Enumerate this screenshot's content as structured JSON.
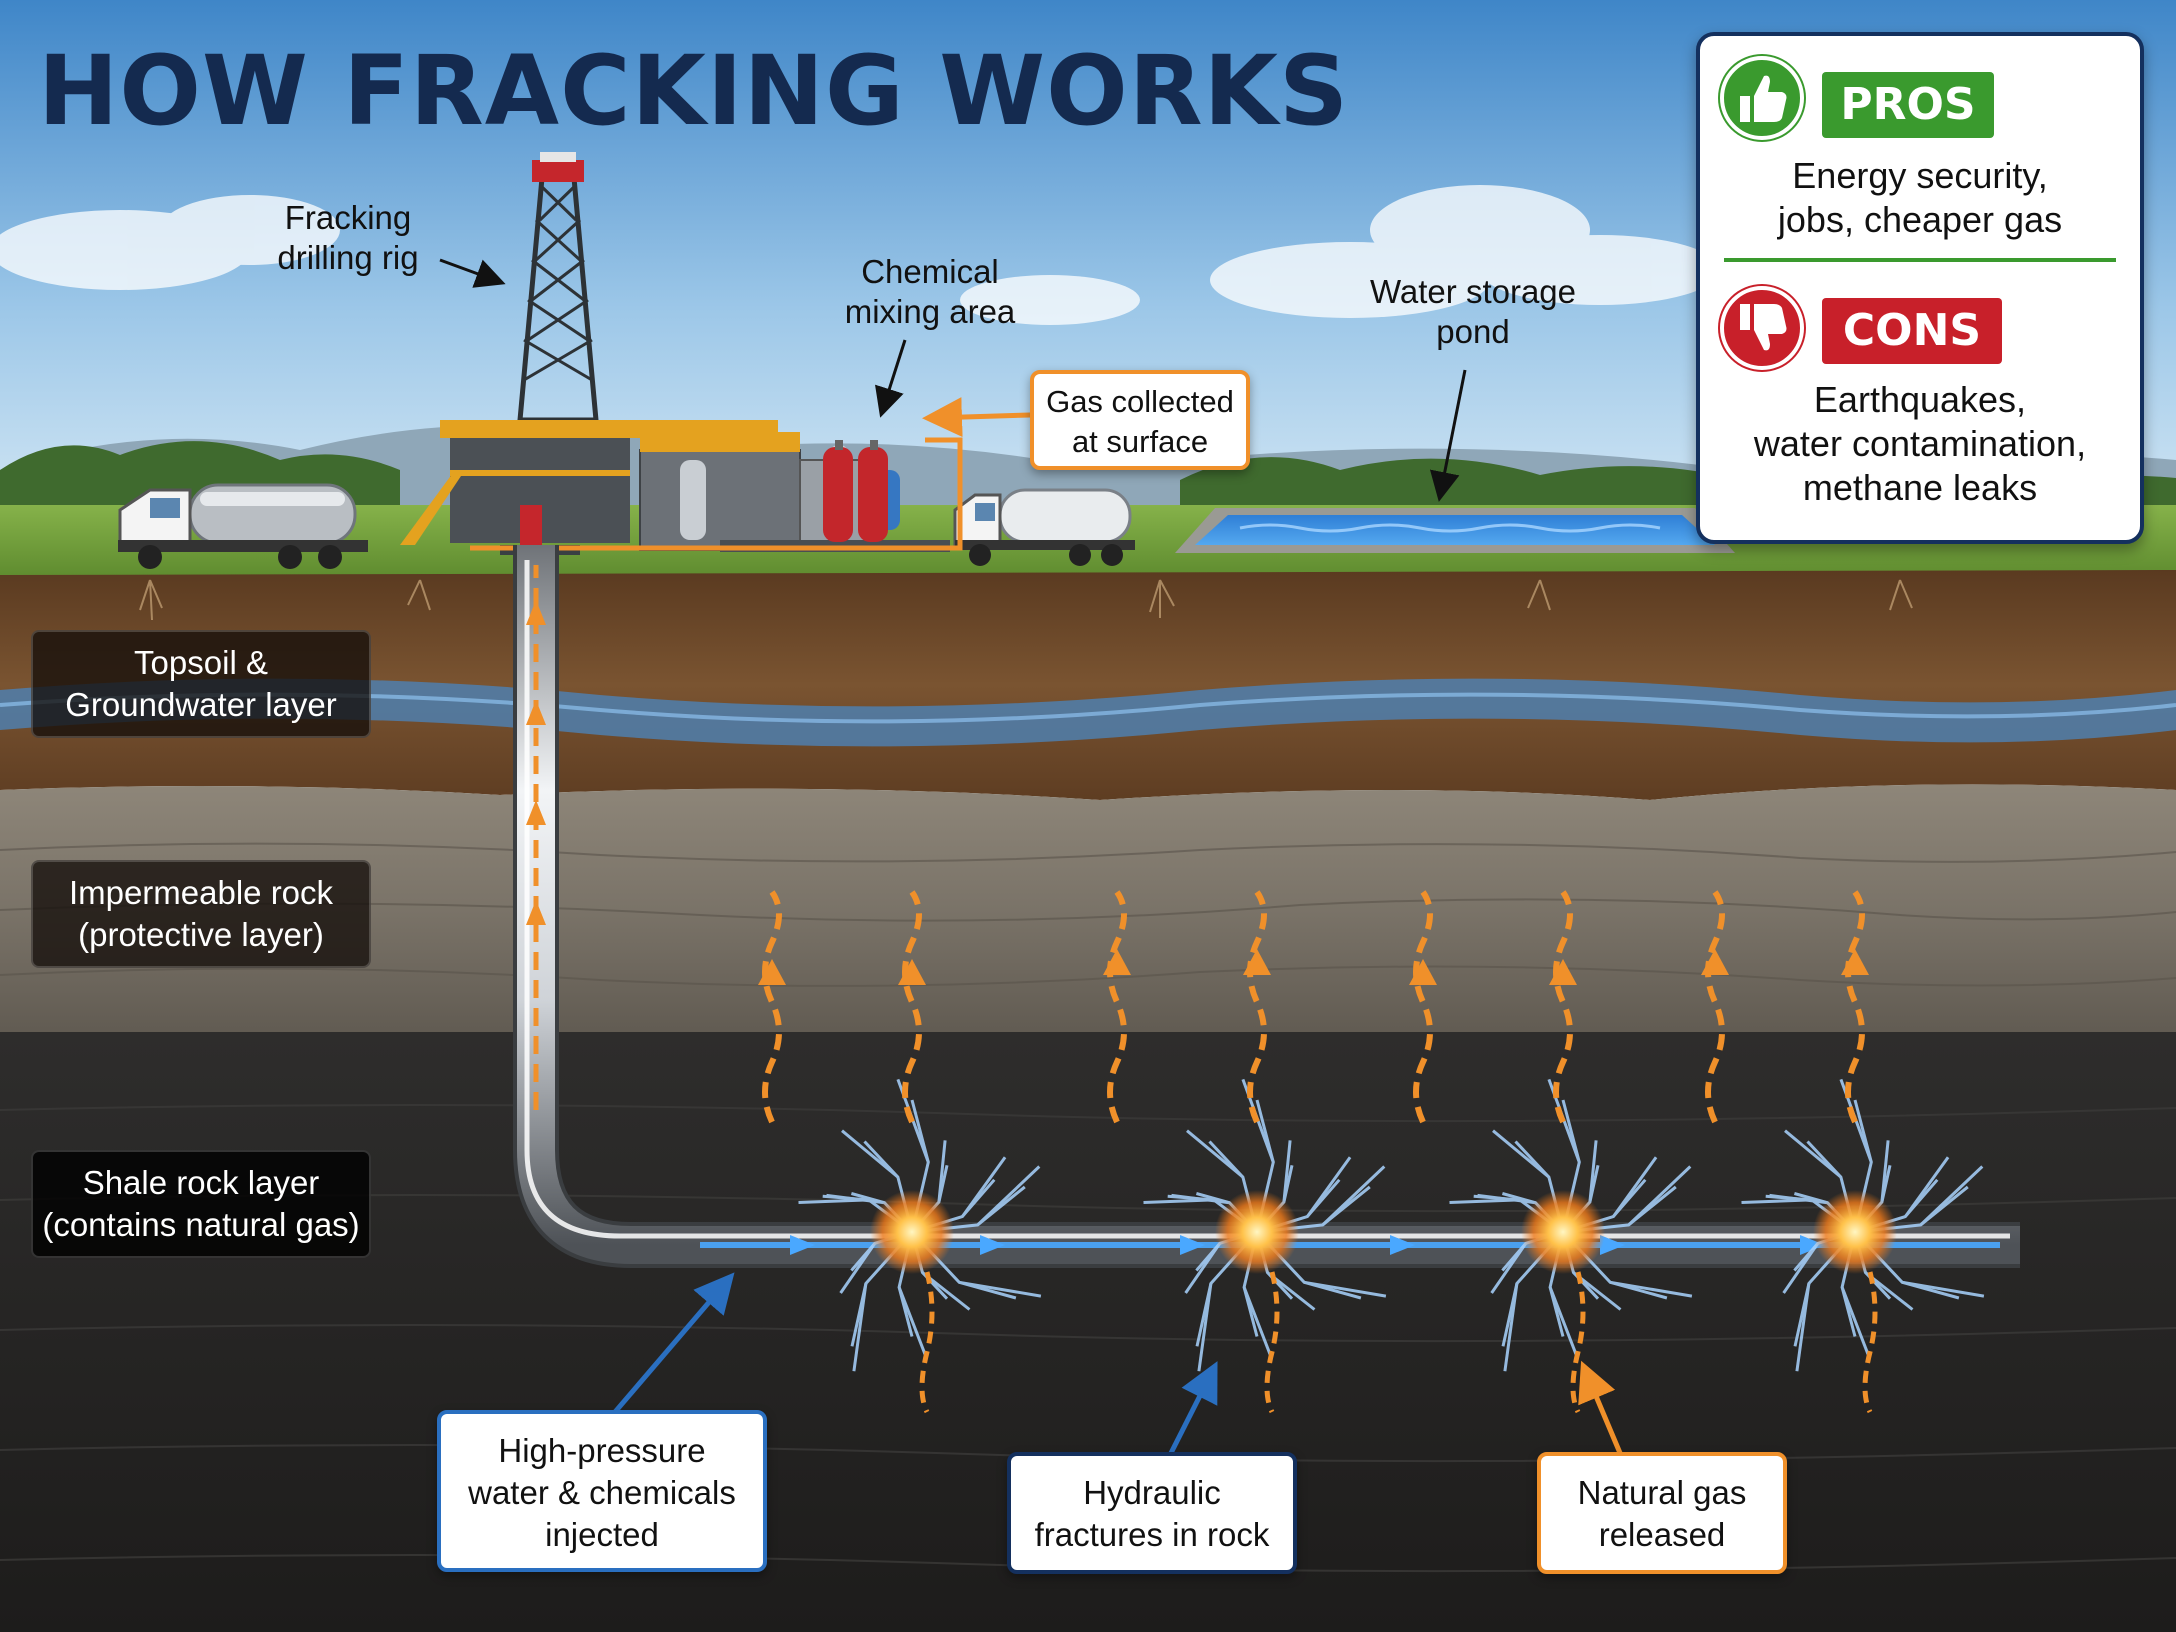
{
  "title": "HOW FRACKING WORKS",
  "surface_labels": {
    "rig": [
      "Fracking",
      "drilling rig"
    ],
    "chemical": [
      "Chemical",
      "mixing area"
    ],
    "gas_collected": [
      "Gas collected",
      "at surface"
    ],
    "water_pond": [
      "Water storage",
      "pond"
    ]
  },
  "layers": {
    "topsoil": [
      "Topsoil &",
      "Groundwater layer"
    ],
    "impermeable": [
      "Impermeable rock",
      "(protective layer)"
    ],
    "shale": [
      "Shale rock layer",
      "(contains natural gas)"
    ]
  },
  "callouts": {
    "injection": [
      "High-pressure",
      "water & chemicals",
      "injected"
    ],
    "fractures": [
      "Hydraulic",
      "fractures in rock"
    ],
    "gas_released": [
      "Natural gas",
      "released"
    ]
  },
  "pros": {
    "label": "PROS",
    "text": [
      "Energy security,",
      "jobs, cheaper gas"
    ],
    "icon": "thumbs-up-icon",
    "color": "#3a9a2e"
  },
  "cons": {
    "label": "CONS",
    "text": [
      "Earthquakes,",
      "water contamination,",
      "methane leaks"
    ],
    "icon": "thumbs-down-icon",
    "color": "#c8202a"
  },
  "colors": {
    "title": "#142a4f",
    "gas_orange": "#f0902a",
    "water_blue": "#3d8fd8",
    "frame_navy": "#14305e"
  }
}
